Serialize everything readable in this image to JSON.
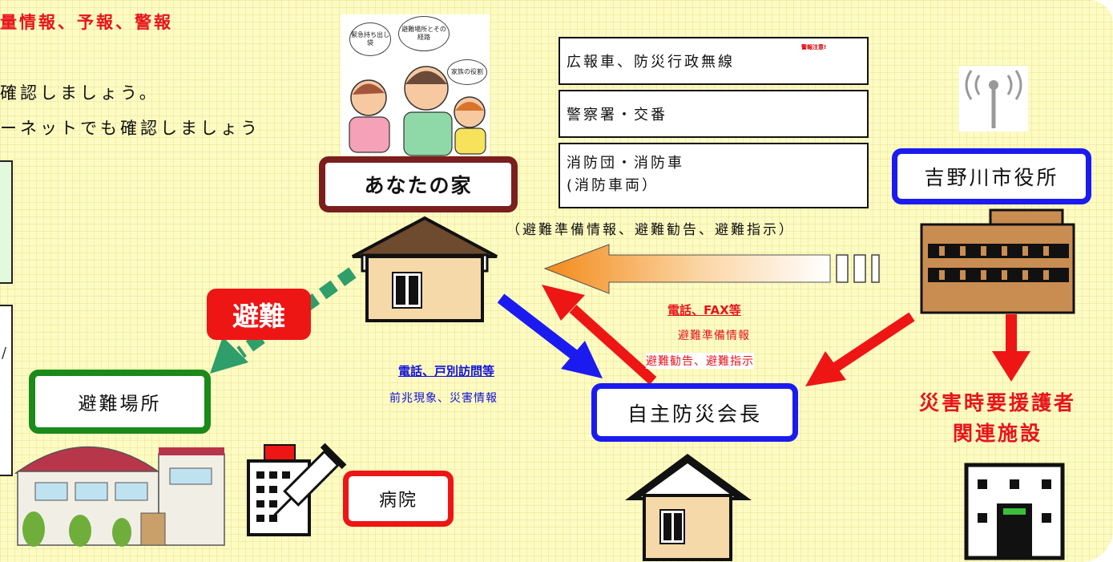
{
  "title": "量情報、予報、警報",
  "instructions": {
    "line1": "確認しましょう。",
    "line2": "ーネットでも確認しましょう"
  },
  "left_box_text": "/",
  "home": {
    "label": "あなたの家",
    "bubbles": [
      "緊急持ち出し袋",
      "避難場所とその経路",
      "家族の役割"
    ]
  },
  "channels": [
    {
      "label": "広報車、防災行政無線",
      "badge": "警報注意!"
    },
    {
      "label": "警察署・交番"
    },
    {
      "label": "消防団・消防車",
      "sub": "(消防車両）"
    }
  ],
  "broadcast_info": "（避難準備情報、避難勧告、避難指示）",
  "city_hall": {
    "label": "吉野川市役所"
  },
  "evacuation": "避難",
  "shelter": {
    "label": "避難場所"
  },
  "hospital": {
    "label": "病院"
  },
  "community_leader": {
    "label": "自主防災会長"
  },
  "red_info": {
    "title": "電話、FAX等",
    "line1": "避難準備情報",
    "line2": "避難勧告、避難指示"
  },
  "blue_info": {
    "title": "電話、戸別訪問等",
    "sub": "前兆現象、災害情報"
  },
  "welfare_facility": {
    "line1": "災害時要援護者",
    "line2": "関連施設"
  },
  "colors": {
    "background": "#fdfbc4",
    "red": "#ee1515",
    "blue": "#1b1bf0",
    "green": "#1a8a1a",
    "house_border": "#7a1e1e"
  }
}
